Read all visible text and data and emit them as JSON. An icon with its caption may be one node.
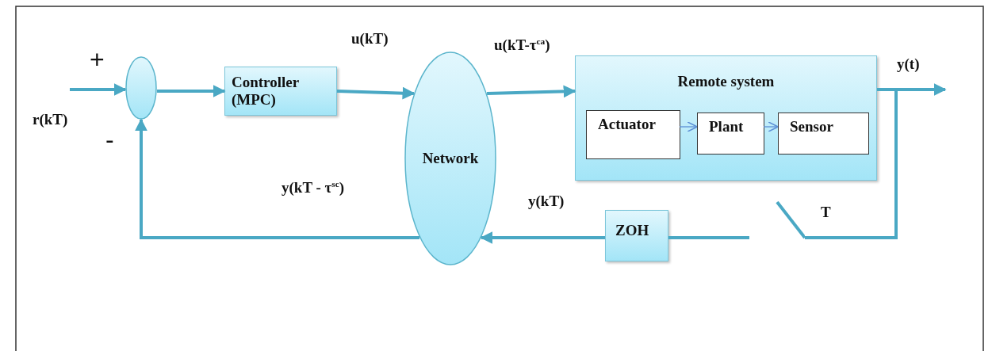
{
  "diagram": {
    "nodes": [
      {
        "text": [],
        "shape": "circle"
      },
      {
        "text": [
          "Controller (MPC)"
        ]
      },
      {
        "text": [
          "Network"
        ]
      },
      {
        "text": [
          "Remote system"
        ]
      },
      {
        "text": [
          "Actuator"
        ],
        "in": 3
      },
      {
        "text": [
          "Plant"
        ],
        "in": 3
      },
      {
        "text": [
          "Sensor"
        ],
        "in": 3
      },
      {
        "text": [
          "ZOH"
        ]
      },
      {
        "text": [],
        "shape": "switch"
      }
    ],
    "edges": [
      {
        "from": null,
        "to": 0,
        "arrow": "to",
        "label": "r(kT)"
      },
      {
        "from": 0,
        "to": 1,
        "arrow": "to"
      },
      {
        "from": 1,
        "to": 2,
        "arrow": "to",
        "label": "u(kT)"
      },
      {
        "from": 2,
        "to": 3,
        "arrow": "to",
        "label": "u(kT-τ$^{ca}$)"
      },
      {
        "from": 4,
        "to": 5,
        "arrow": "to"
      },
      {
        "from": 5,
        "to": 6,
        "arrow": "to"
      },
      {
        "from": 3,
        "to": null,
        "arrow": "to",
        "label": "y(t)"
      },
      {
        "from": 3,
        "to": 8,
        "arrow": "none"
      },
      {
        "from": 8,
        "to": 7,
        "arrow": "none"
      },
      {
        "from": 7,
        "to": 2,
        "arrow": "to",
        "label": "y(kT)"
      },
      {
        "from": 2,
        "to": 0,
        "arrow": "to",
        "label": "y(kT - τ$^{sc}$)"
      }
    ],
    "labels": [
      "+",
      "-",
      "T"
    ]
  }
}
